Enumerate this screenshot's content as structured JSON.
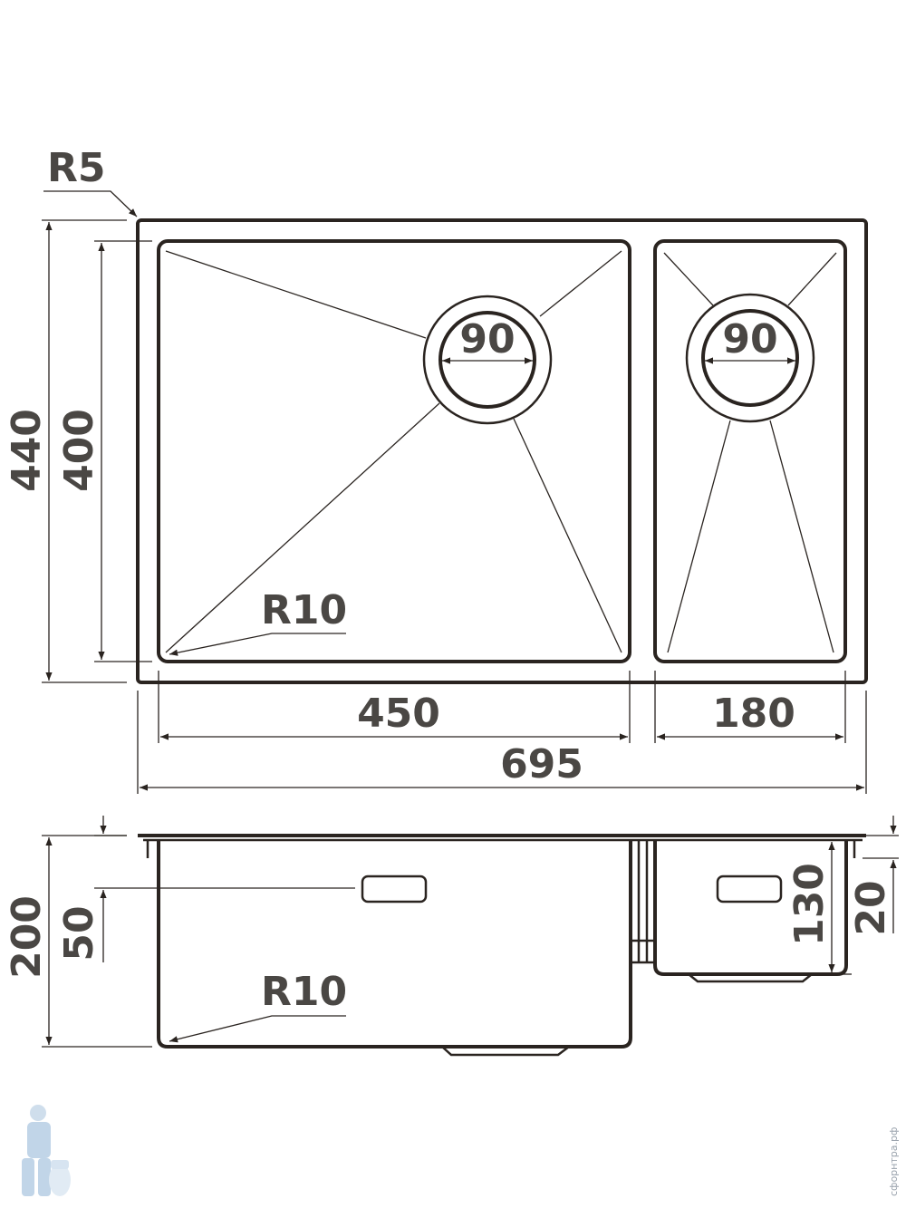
{
  "labels": {
    "corner_radius_top": "R5",
    "overall_depth": "440",
    "bowl_depth": "400",
    "drain_left": "90",
    "drain_right": "90",
    "inner_radius_plan": "R10",
    "bowl_width_large": "450",
    "bowl_width_small": "180",
    "overall_width": "695",
    "height_total": "200",
    "overflow_offset": "50",
    "inner_radius_side": "R10",
    "small_bowl_height": "130",
    "step_height": "20"
  },
  "watermark": {
    "text": "сфорнтра.рф",
    "icon": "plumber-mascot-icon"
  },
  "colors": {
    "line": "#2a2420",
    "text": "#4a4744",
    "watermark": "#9aa3ad"
  }
}
